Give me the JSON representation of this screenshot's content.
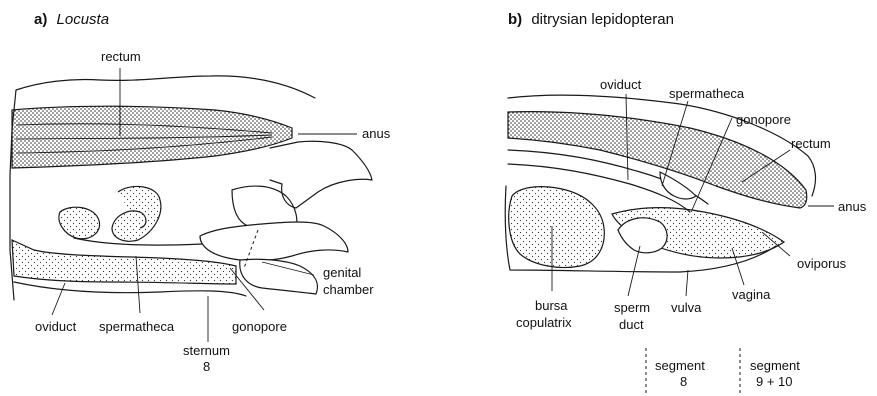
{
  "panel_a": {
    "letter": "a)",
    "name": "Locusta",
    "labels": {
      "rectum": "rectum",
      "anus": "anus",
      "genital_chamber_1": "genital",
      "genital_chamber_2": "chamber",
      "oviduct": "oviduct",
      "spermatheca": "spermatheca",
      "gonopore": "gonopore",
      "sternum_1": "sternum",
      "sternum_2": "8"
    }
  },
  "panel_b": {
    "letter": "b)",
    "name": "ditrysian lepidopteran",
    "labels": {
      "oviduct": "oviduct",
      "spermatheca": "spermatheca",
      "gonopore": "gonopore",
      "rectum": "rectum",
      "anus": "anus",
      "oviporus": "oviporus",
      "vagina": "vagina",
      "vulva": "vulva",
      "sperm_duct_1": "sperm",
      "sperm_duct_2": "duct",
      "bursa_1": "bursa",
      "bursa_2": "copulatrix",
      "segment8_1": "segment",
      "segment8_2": "8",
      "segment910_1": "segment",
      "segment910_2": "9 + 10"
    }
  }
}
